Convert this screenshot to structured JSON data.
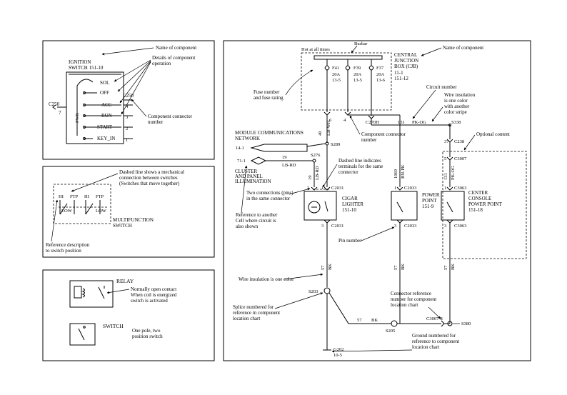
{
  "ignition": {
    "name_of_component": "Name of component",
    "title1": "IGNITION",
    "title2": "SWITCH 151-10",
    "details1": "Details of component",
    "details2": "operation",
    "pos_sol": "SOL",
    "pos_off": "OFF",
    "pos_acc": "ACC",
    "pos_run": "RUN",
    "pos_start": "START",
    "pos_key": "KEY_IN",
    "pwr": "PWR",
    "c250_left": "C250",
    "c250_right": "C250",
    "pin_7": "7",
    "pin_4": "4",
    "pin_3": "3",
    "pin_2": "2",
    "pin_1": "1",
    "connector_note1": "Component connector",
    "connector_note2": "number"
  },
  "multifunction": {
    "note1": "Dashed line shows a mechanical",
    "note2": "connection between switches",
    "note3": "(Switches that move together)",
    "hi": "HI",
    "ftp": "FTP",
    "hi2": "HI",
    "ftp2": "FTP",
    "low": "LOW",
    "low2": "LOW",
    "name1": "MULTIFUNCTION",
    "name2": "SWITCH",
    "ref1": "Reference description",
    "ref2": "to switch position"
  },
  "relay_panel": {
    "relay": "RELAY",
    "note1": "Normally open contact",
    "note2": "When coil is energized",
    "note3": "switch is activated",
    "switch": "SWITCH",
    "switch_note1": "One pole, two",
    "switch_note2": "position switch"
  },
  "main": {
    "hot": "Hot at all times",
    "busbar": "Busbar",
    "cjb1": "CENTRAL",
    "cjb2": "JUNCTION",
    "cjb3": "BOX (CJB)",
    "cjb4": "11-1",
    "cjb5": "151-12",
    "name_of_component": "Name of component",
    "f41": "F41",
    "f41_amp": "20A",
    "f41_ref": "13-5",
    "f39": "F39",
    "f39_amp": "20A",
    "f39_ref": "13-5",
    "f37": "F37",
    "f37_amp": "20A",
    "f37_ref": "13-6",
    "fuse_note1": "Fuse number",
    "fuse_note2": "and fuse rating",
    "circuit_number": "Circuit number",
    "wire_ins1": "Wire insulation",
    "wire_ins2": "is one color",
    "wire_ins3": "with another",
    "wire_ins4": "color stripe",
    "pin6": "6",
    "pin4": "4",
    "c270h": "C270H",
    "c131": "131",
    "pkog": "PK-OG",
    "s338": "S338",
    "lbwh": "LB-WH",
    "c40": "40",
    "conn_note1": "Component connector",
    "conn_note2": "number",
    "mcn1": "MODULE COMMUNICATIONS",
    "mcn2": "NETWORK",
    "ref_141": "14-1",
    "s289": "S289",
    "c37": "37",
    "c238": "C238",
    "optional": "Optional content",
    "s276": "S276",
    "ref_711": "71-1",
    "c19": "19",
    "lbrd": "LB-RD",
    "cluster1": "CLUSTER",
    "cluster2": "AND PANEL",
    "cluster3": "ILLUMINATION",
    "dashed_note1": "Dashed line indicates",
    "dashed_note2": "terminals for the same",
    "dashed_note3": "connector",
    "c19b": "19",
    "lbrd2": "LB-RD",
    "c1069": "1069",
    "bnpk": "BN-PK",
    "p5": "5",
    "c3007": "C3007",
    "c131b": "131",
    "pkog2": "PK-OG",
    "p2": "2",
    "p1": "1",
    "c2031": "C2031",
    "p1b": "1",
    "c2033": "C2033",
    "p1c": "1",
    "c3063": "C3063",
    "cigar1": "CIGAR",
    "cigar2": "LIGHTER",
    "cigar3": "151-10",
    "pp1": "POWER",
    "pp2": "POINT",
    "pp3": "151-9",
    "cc1": "CENTER",
    "cc2": "CONSOLE",
    "cc3": "POWER POINT",
    "cc4": "151-18",
    "two_conn1": "Two connections (pins)",
    "two_conn2": "in the same connector",
    "ref_other1": "Reference to another",
    "ref_other2": "Cell where circuit is",
    "ref_other3": "also shown",
    "p3": "3",
    "c2031b": "C2031",
    "p3b": "3",
    "c2033b": "C2033",
    "p3c": "3",
    "c3063b": "C3063",
    "pin_number": "Pin number",
    "c57a": "57",
    "bk_a": "BK",
    "c57b": "57",
    "bk_b": "BK",
    "c57c": "57",
    "bk_c": "BK",
    "wire_one_color": "Wire insulation is one color",
    "s203": "S203",
    "splice1": "Splice numbered for",
    "splice2": "reference in component",
    "splice3": "location chart",
    "connref1": "Connector reference",
    "connref2": "number for component",
    "connref3": "location chart",
    "c3007_8": "C3007-8",
    "c57d": "57",
    "bk_d": "BK",
    "s205": "S205",
    "s380": "S380",
    "ground1": "Ground numbered for",
    "ground2": "reference to component",
    "ground3": "location chart",
    "g202": "G202",
    "g202_ref": "10-5"
  }
}
